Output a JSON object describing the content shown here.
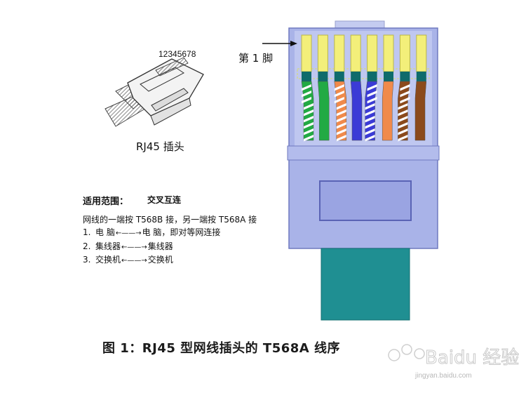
{
  "small_plug": {
    "pin_numbers": "12345678",
    "label": "RJ45 插头"
  },
  "large_plug": {
    "pin1_label": "第 1 脚",
    "pins": [
      {
        "pin": 1,
        "wire": "green-white",
        "colors": [
          "#22aa44",
          "#ffffff"
        ]
      },
      {
        "pin": 2,
        "wire": "green",
        "colors": [
          "#22aa44"
        ]
      },
      {
        "pin": 3,
        "wire": "orange-white",
        "colors": [
          "#f08a4b",
          "#ffffff"
        ]
      },
      {
        "pin": 4,
        "wire": "blue",
        "colors": [
          "#3b3bd6"
        ]
      },
      {
        "pin": 5,
        "wire": "blue-white",
        "colors": [
          "#3b3bd6",
          "#ffffff"
        ]
      },
      {
        "pin": 6,
        "wire": "orange",
        "colors": [
          "#f08a4b"
        ]
      },
      {
        "pin": 7,
        "wire": "brown-white",
        "colors": [
          "#8b4a1c",
          "#ffffff"
        ]
      },
      {
        "pin": 8,
        "wire": "brown",
        "colors": [
          "#8b4a1c"
        ]
      }
    ],
    "colors": {
      "body": "#a9b3e8",
      "body_dark": "#7f8ad0",
      "contact": "#f3ef7a",
      "cable": "#1f8f92",
      "latch_window": "#9aa4e2"
    }
  },
  "scope": {
    "heading": "适用范围：",
    "value": "交叉互连"
  },
  "rule": "网线的一端按 T568B 接，另一端按 T568A 接",
  "connections": [
    {
      "num": "1.",
      "a": "电  脑",
      "b": "电  脑，即对等网连接"
    },
    {
      "num": "2.",
      "a": "集线器",
      "b": "集线器"
    },
    {
      "num": "3.",
      "a": "交换机",
      "b": "交换机"
    }
  ],
  "arrow": "←——→",
  "caption": "图 1：RJ45 型网线插头的 T568A 线序",
  "watermark": {
    "brand": "Baidu 经验",
    "url": "jingyan.baidu.com"
  }
}
